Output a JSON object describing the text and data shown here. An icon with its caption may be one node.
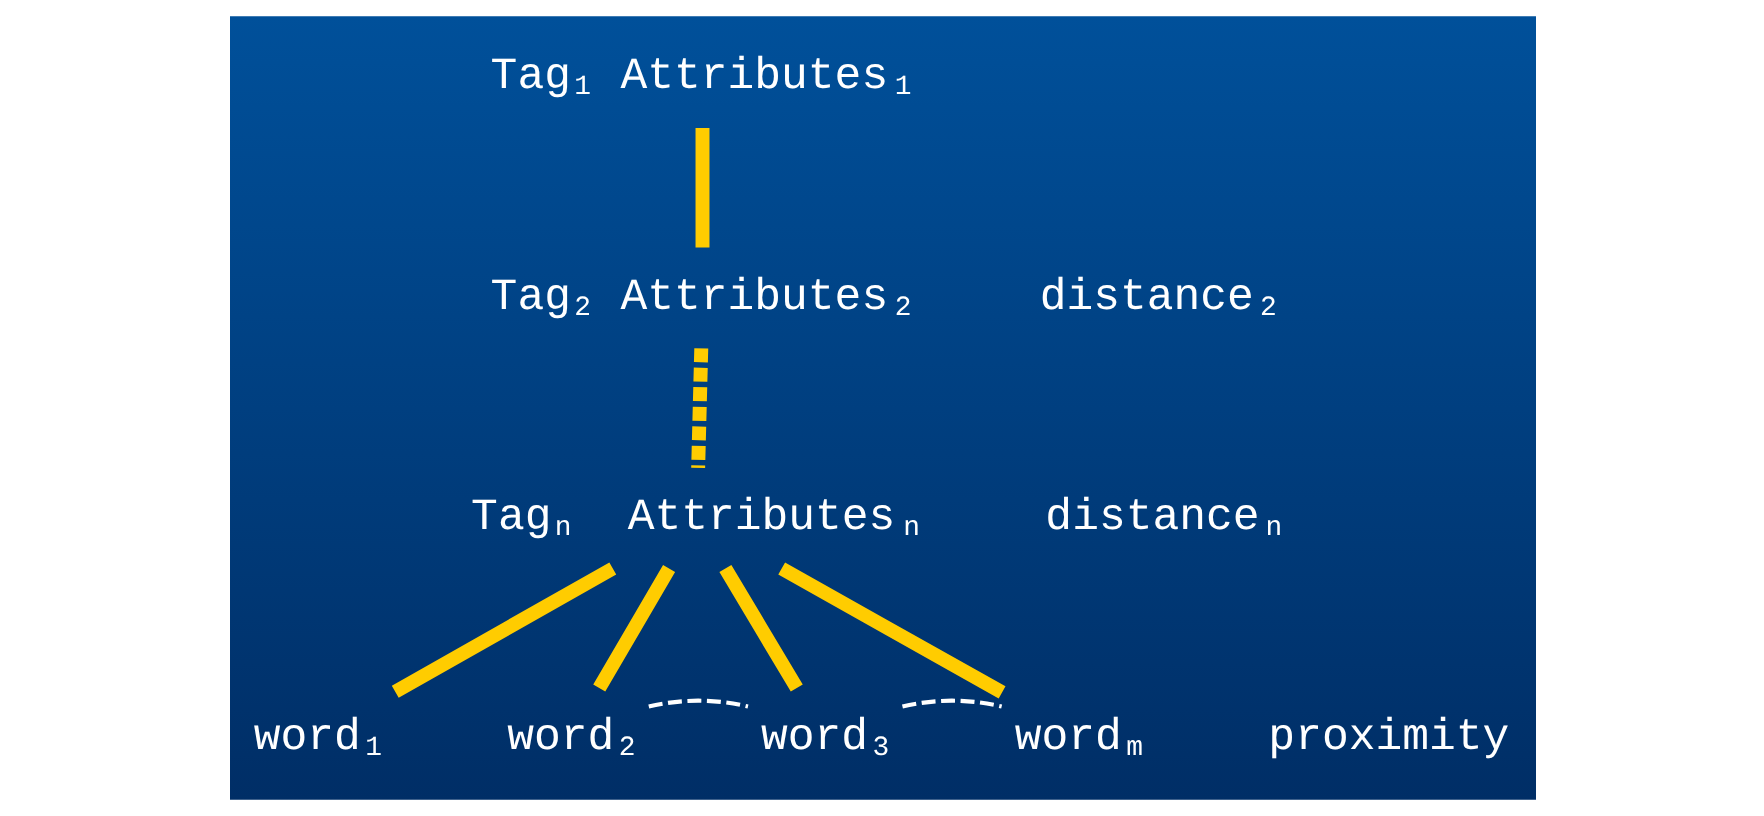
{
  "diagram": {
    "nodes": [
      {
        "text": [
          "Tag$_{1}$ Attributes$_{1}$"
        ]
      },
      {
        "text": [
          "Tag$_{2}$ Attributes$_{2}$"
        ]
      },
      {
        "text": [
          "Tag$_{n}$  Attributes$_{n}$"
        ]
      },
      {
        "text": [
          "word$_{1}$"
        ]
      },
      {
        "text": [
          "word$_{2}$"
        ]
      },
      {
        "text": [
          "word$_{3}$"
        ]
      },
      {
        "text": [
          "word$_{m}$"
        ]
      }
    ],
    "edges": [
      {
        "from": 0,
        "to": 1,
        "arrow": "none"
      },
      {
        "from": 1,
        "to": 2,
        "arrow": "none",
        "style": "dashed"
      },
      {
        "from": 2,
        "to": 3,
        "arrow": "none"
      },
      {
        "from": 2,
        "to": 4,
        "arrow": "none"
      },
      {
        "from": 2,
        "to": 5,
        "arrow": "none"
      },
      {
        "from": 2,
        "to": 6,
        "arrow": "none"
      },
      {
        "from": 4,
        "to": 5,
        "arrow": "none",
        "style": "dashed",
        "color": "#ffffff"
      },
      {
        "from": 5,
        "to": 6,
        "arrow": "none",
        "style": "dashed",
        "color": "#ffffff"
      }
    ],
    "labels": [
      "distance$_{2}$",
      "distance$_{n}$",
      "proximity"
    ]
  }
}
